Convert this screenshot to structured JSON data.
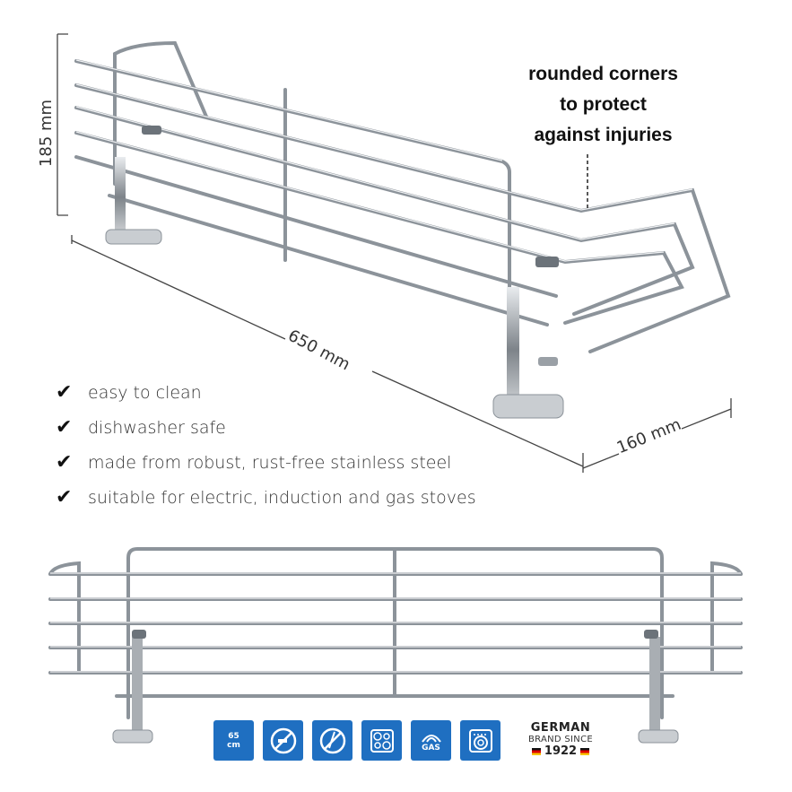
{
  "callout": {
    "lines": [
      "rounded corners",
      "to protect",
      "against injuries"
    ]
  },
  "dimensions": {
    "height": "185 mm",
    "length": "650 mm",
    "depth": "160 mm"
  },
  "features": [
    {
      "check": "✔",
      "text": "easy to clean"
    },
    {
      "check": "✔",
      "text": "dishwasher safe"
    },
    {
      "check": "✔",
      "text": "made from robust, rust-free stainless steel"
    },
    {
      "check": "✔",
      "text": "suitable for electric, induction and gas stoves"
    }
  ],
  "badges": {
    "height_badge": {
      "value": "65",
      "unit": "cm",
      "icon": "height-65cm-icon"
    },
    "icons": [
      "no-spray-icon",
      "no-knife-icon",
      "ceramic-hob-icon",
      "gas-stove-icon",
      "dishwasher-icon"
    ],
    "gas_label": "GAS"
  },
  "brand": {
    "line1": "GERMAN",
    "line2": "BRAND SINCE",
    "line3": "1922"
  },
  "colors": {
    "badge_blue": "#1f6fc1",
    "steel": "#9aa0a6"
  }
}
